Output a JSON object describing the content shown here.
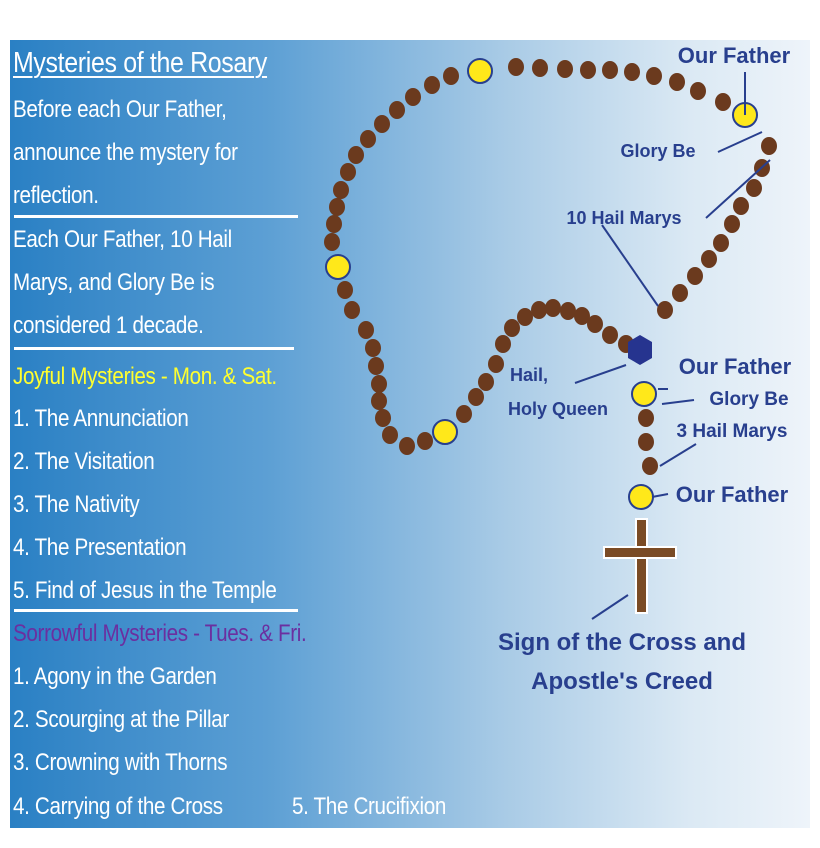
{
  "colors": {
    "bead_brown": "#6b3a1e",
    "bead_yellow": "#ffe81a",
    "hexagon": "#26348f",
    "label_blue": "#283f8e",
    "cross": "#7a4b25",
    "joyful_heading": "#ffff2e",
    "sorrowful_heading": "#6b2fa0"
  },
  "left_panel": {
    "title": "Mysteries of the Rosary",
    "intro_lines": [
      "Before each Our Father,",
      "announce the mystery for",
      "reflection."
    ],
    "decade_lines": [
      "Each Our Father, 10 Hail",
      "Marys, and Glory Be is",
      "considered 1 decade."
    ],
    "joyful": {
      "heading": "Joyful Mysteries - Mon. & Sat.",
      "items": [
        "1. The Annunciation",
        "2. The Visitation",
        "3. The Nativity",
        "4. The Presentation",
        "5. Find of Jesus in the Temple"
      ]
    },
    "sorrowful": {
      "heading": "Sorrowful Mysteries - Tues. & Fri.",
      "items": [
        "1. Agony in the Garden",
        "2. Scourging at the Pillar",
        "3. Crowning with Thorns"
      ],
      "last_line_a": "4. Carrying of the Cross",
      "last_line_b": "5. The Crucifixion"
    }
  },
  "diagram": {
    "labels": {
      "our_father_top": "Our Father",
      "glory_be_top": "Glory Be",
      "ten_hail_marys": "10 Hail Marys",
      "hail_holy_queen_1": "Hail,",
      "hail_holy_queen_2": "Holy Queen",
      "our_father_mid": "Our Father",
      "glory_be_mid": "Glory Be",
      "three_hail_marys": "3 Hail Marys",
      "our_father_bottom": "Our Father",
      "cross_caption_1": "Sign of the Cross and",
      "cross_caption_2": "Apostle's Creed"
    }
  }
}
